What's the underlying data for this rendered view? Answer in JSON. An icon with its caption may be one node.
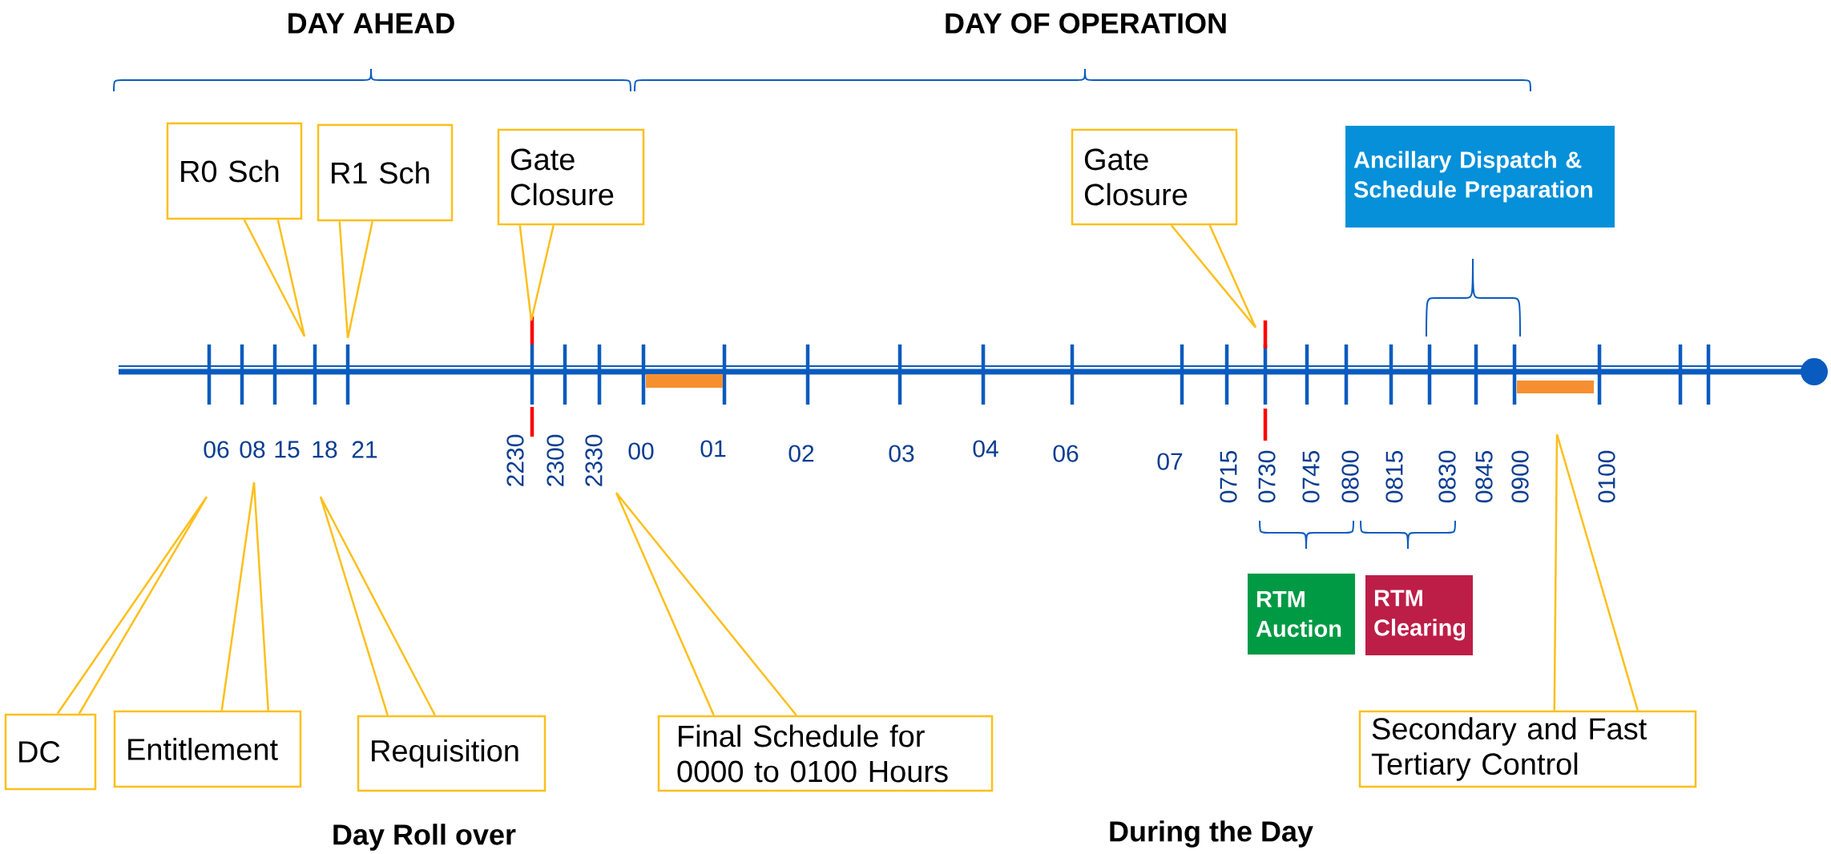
{
  "diagram": {
    "nodes": [
      {
        "text": [
          "R0 Sch"
        ]
      },
      {
        "text": [
          "R1 Sch"
        ]
      },
      {
        "text": [
          "Gate Closure"
        ]
      },
      {
        "text": [
          "Gate Closure"
        ]
      },
      {
        "text": [
          "Ancillary Dispatch & Schedule Preparation"
        ]
      },
      {
        "text": [
          "RTM Auction"
        ]
      },
      {
        "text": [
          "RTM Clearing"
        ]
      },
      {
        "text": [
          "DC"
        ]
      },
      {
        "text": [
          "Entitlement"
        ]
      },
      {
        "text": [
          "Requisition"
        ]
      },
      {
        "text": [
          "Final Schedule for 0000 to 0100 Hours"
        ]
      },
      {
        "text": [
          "Secondary and Fast Tertiary Control"
        ]
      }
    ],
    "edges": [
      {
        "from": 0,
        "to": null,
        "arrow": "none"
      },
      {
        "from": 1,
        "to": null,
        "arrow": "none"
      },
      {
        "from": 2,
        "to": null,
        "arrow": "none"
      },
      {
        "from": 3,
        "to": null,
        "arrow": "none"
      },
      {
        "from": 7,
        "to": null,
        "arrow": "none"
      },
      {
        "from": 8,
        "to": null,
        "arrow": "none"
      },
      {
        "from": 9,
        "to": null,
        "arrow": "none"
      },
      {
        "from": 10,
        "to": null,
        "arrow": "none"
      },
      {
        "from": 11,
        "to": null,
        "arrow": "none"
      }
    ],
    "labels": [
      "DAY AHEAD",
      "DAY OF OPERATION",
      "06",
      "08",
      "15",
      "18",
      "21",
      "2230",
      "2300",
      "2330",
      "00",
      "01",
      "02",
      "03",
      "04",
      "06",
      "07",
      "0715",
      "0730",
      "0745",
      "0800",
      "0815",
      "0830",
      "0845",
      "0900",
      "0100",
      "Day Roll over",
      "During the Day"
    ]
  }
}
